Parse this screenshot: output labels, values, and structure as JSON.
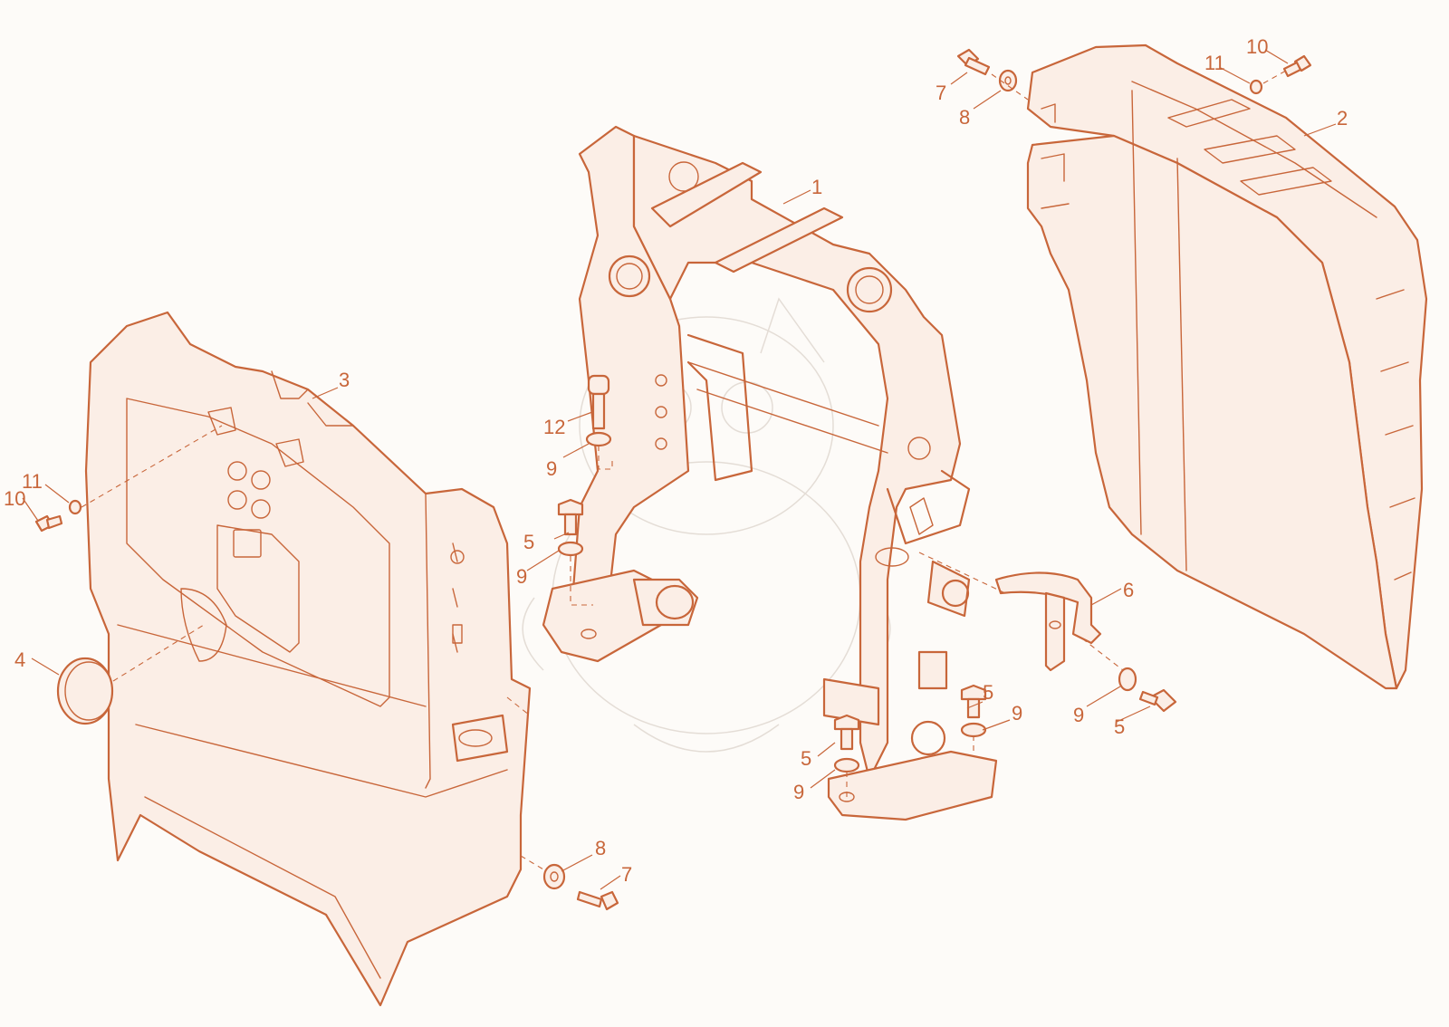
{
  "colors": {
    "line": "#c8663a",
    "background": "#fdfbf8",
    "watermark": "#e4ddd6"
  },
  "callouts": [
    {
      "id": "c1",
      "text": "1"
    },
    {
      "id": "c2",
      "text": "2"
    },
    {
      "id": "c3",
      "text": "3"
    },
    {
      "id": "c4",
      "text": "4"
    },
    {
      "id": "c5a",
      "text": "5"
    },
    {
      "id": "c5b",
      "text": "5"
    },
    {
      "id": "c5c",
      "text": "5"
    },
    {
      "id": "c5d",
      "text": "5"
    },
    {
      "id": "c6",
      "text": "6"
    },
    {
      "id": "c7a",
      "text": "7"
    },
    {
      "id": "c7b",
      "text": "7"
    },
    {
      "id": "c8a",
      "text": "8"
    },
    {
      "id": "c8b",
      "text": "8"
    },
    {
      "id": "c9a",
      "text": "9"
    },
    {
      "id": "c9b",
      "text": "9"
    },
    {
      "id": "c9c",
      "text": "9"
    },
    {
      "id": "c9d",
      "text": "9"
    },
    {
      "id": "c9e",
      "text": "9"
    },
    {
      "id": "c10a",
      "text": "10"
    },
    {
      "id": "c10b",
      "text": "10"
    },
    {
      "id": "c11a",
      "text": "11"
    },
    {
      "id": "c11b",
      "text": "11"
    },
    {
      "id": "c12",
      "text": "12"
    }
  ]
}
